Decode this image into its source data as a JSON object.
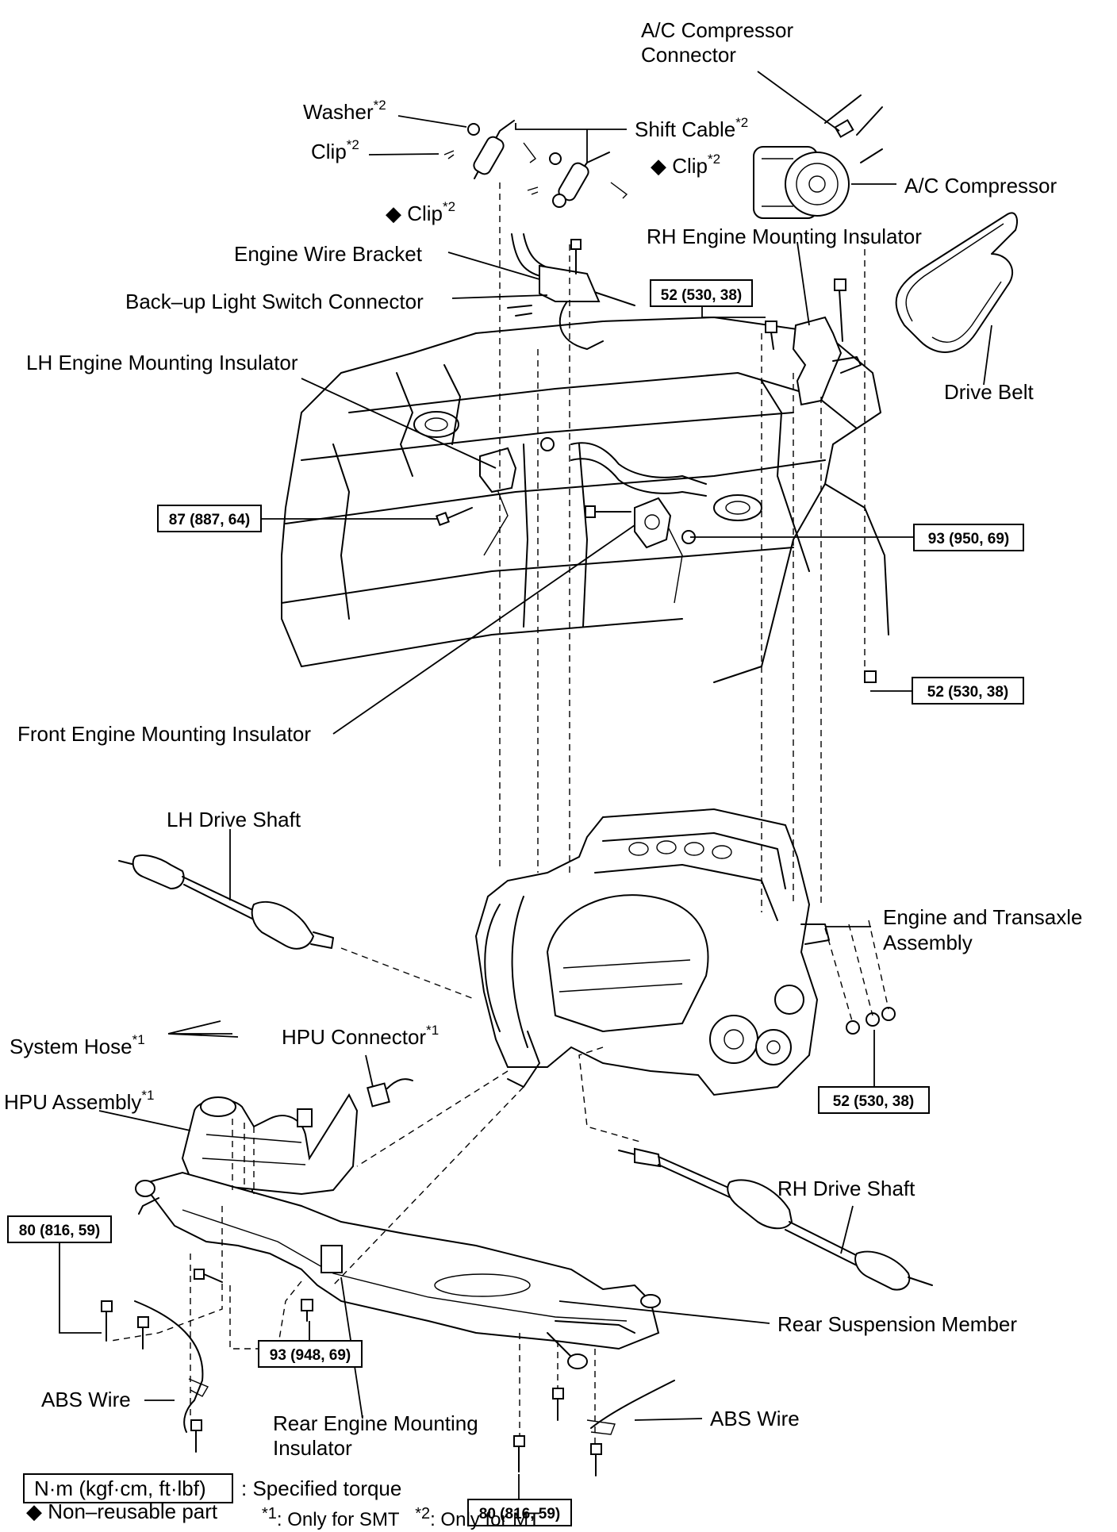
{
  "labels": {
    "ac_compressor_connector_1": "A/C Compressor",
    "ac_compressor_connector_2": "Connector",
    "washer": "Washer",
    "washer_sup": "*2",
    "clip_left": "Clip",
    "clip_left_sup": "*2",
    "shift_cable": "Shift Cable",
    "shift_cable_sup": "*2",
    "clip_right": "◆ Clip",
    "clip_right_sup": "*2",
    "clip_lower": "◆ Clip",
    "clip_lower_sup": "*2",
    "ac_compressor": "A/C Compressor",
    "rh_engine_mounting_insulator": "RH Engine Mounting Insulator",
    "engine_wire_bracket": "Engine Wire Bracket",
    "backup_light_switch_connector": "Back–up Light Switch Connector",
    "drive_belt": "Drive Belt",
    "lh_engine_mounting_insulator": "LH Engine Mounting Insulator",
    "front_engine_mounting_insulator": "Front Engine Mounting Insulator",
    "lh_drive_shaft": "LH Drive Shaft",
    "engine_transaxle_1": "Engine and Transaxle",
    "engine_transaxle_2": "Assembly",
    "system_hose": "System Hose",
    "system_hose_sup": "*1",
    "hpu_connector": "HPU Connector",
    "hpu_connector_sup": "*1",
    "hpu_assembly": "HPU Assembly",
    "hpu_assembly_sup": "*1",
    "rh_drive_shaft": "RH Drive Shaft",
    "rear_suspension_member": "Rear Suspension Member",
    "abs_wire_left": "ABS Wire",
    "abs_wire_right": "ABS Wire",
    "rear_engine_mounting_1": "Rear  Engine  Mounting",
    "rear_engine_mounting_2": "Insulator"
  },
  "torques": {
    "t_rh_mount": "52 (530, 38)",
    "t_lh_mount": "87 (887, 64)",
    "t_front_mount": "93 (950, 69)",
    "t_body_side": "52 (530, 38)",
    "t_transaxle": "52 (530, 38)",
    "t_member_left": "80 (816, 59)",
    "t_rear_mount": "93 (948, 69)",
    "t_member_bottom": "80 (816, 59)"
  },
  "legend": {
    "torque_unit": "N·m (kgf·cm, ft·lbf)",
    "torque_desc": ": Specified torque",
    "nonreusable": "◆ Non–reusable part",
    "note1_mark": "*1",
    "note1_text": ": Only for SMT",
    "note2_mark": "*2",
    "note2_text": ": Only for MT"
  }
}
